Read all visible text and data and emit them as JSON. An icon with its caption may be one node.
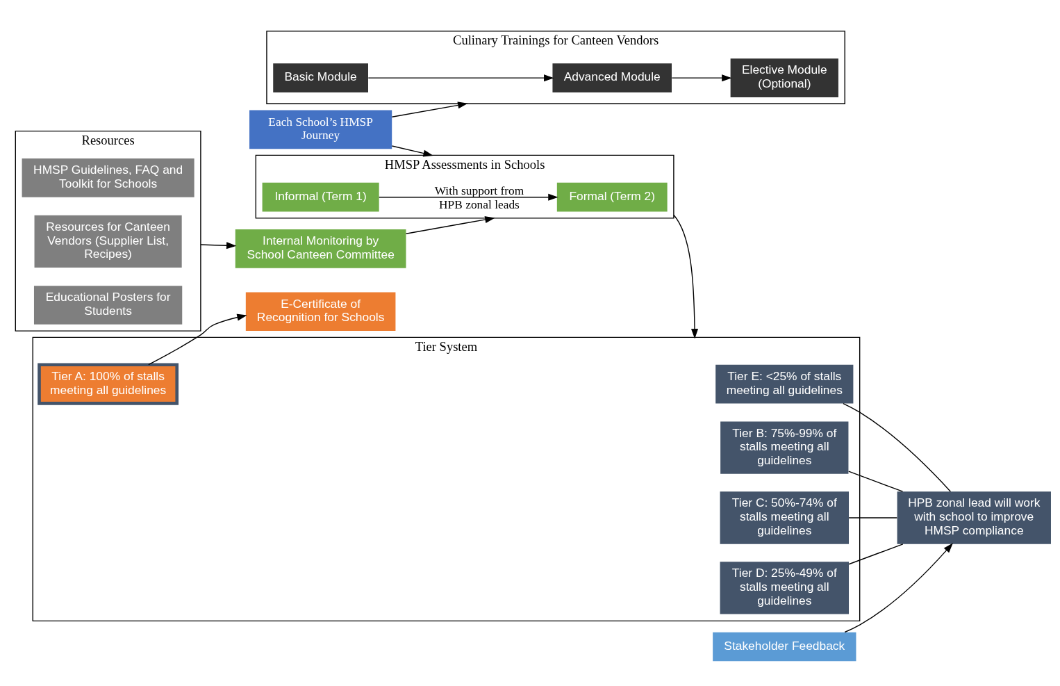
{
  "diagram": {
    "nodes": [
      {
        "text": [
          "Culinary Trainings for Canteen Vendors"
        ]
      },
      {
        "text": [
          "Basic Module"
        ],
        "in": 0
      },
      {
        "text": [
          "Advanced Module"
        ],
        "in": 0
      },
      {
        "text": [
          "Elective Module (Optional)"
        ],
        "in": 0
      },
      {
        "text": [
          "Each School’s HMSP Journey"
        ]
      },
      {
        "text": [
          "Tier System"
        ]
      },
      {
        "text": [
          "Tier A: 100% of stalls meeting all guidelines"
        ],
        "in": 5
      },
      {
        "text": [
          "Tier B: 75%-99% of stalls meeting all guidelines"
        ],
        "in": 5
      },
      {
        "text": [
          "Tier C: 50%-74% of stalls meeting all guidelines"
        ],
        "in": 5
      },
      {
        "text": [
          "Tier D: 25%-49% of stalls meeting all guidelines"
        ],
        "in": 5
      },
      {
        "text": [
          "Tier E: <25% of stalls meeting all guidelines"
        ],
        "in": 5
      },
      {
        "text": [
          "E-Certificate of Recognition for Schools"
        ]
      },
      {
        "text": [
          "HMSP Assessments in Schools"
        ]
      },
      {
        "text": [
          "Informal (Term 1)"
        ],
        "in": 12
      },
      {
        "text": [
          "Formal (Term 2)"
        ],
        "in": 12
      },
      {
        "text": [
          "Internal Monitoring by School Canteen Committee"
        ]
      },
      {
        "text": [
          "HPB zonal lead will work with school to improve HMSP compliance"
        ]
      },
      {
        "text": [
          "Resources"
        ]
      },
      {
        "text": [
          "HMSP Guidelines, FAQ and Toolkit for Schools"
        ],
        "in": 17
      },
      {
        "text": [
          "Resources for Canteen Vendors (Supplier List, Recipes)"
        ],
        "in": 17
      },
      {
        "text": [
          "Educational Posters for Students"
        ],
        "in": 17
      },
      {
        "text": [
          "Stakeholder Feedback"
        ]
      }
    ],
    "edges": [
      {
        "from": 4,
        "to": 0,
        "arrow": "to"
      },
      {
        "from": 1,
        "to": 2,
        "arrow": "to"
      },
      {
        "from": 2,
        "to": 3,
        "arrow": "to"
      },
      {
        "from": 4,
        "to": 12,
        "arrow": "to"
      },
      {
        "from": 13,
        "to": 14,
        "arrow": "to"
      },
      {
        "from": 12,
        "to": 5,
        "arrow": "to"
      },
      {
        "from": 6,
        "to": 11,
        "arrow": "to"
      },
      {
        "from": 15,
        "to": 12,
        "arrow": "to",
        "label": "With support from HPB zonal leads"
      },
      {
        "from": 17,
        "to": 15,
        "arrow": "to"
      },
      {
        "from": 7,
        "to": 16,
        "arrow": "none"
      },
      {
        "from": 8,
        "to": 16,
        "arrow": "none"
      },
      {
        "from": 9,
        "to": 16,
        "arrow": "none"
      },
      {
        "from": 10,
        "to": 16,
        "arrow": "none"
      },
      {
        "from": 21,
        "to": 16,
        "arrow": "to"
      }
    ]
  }
}
